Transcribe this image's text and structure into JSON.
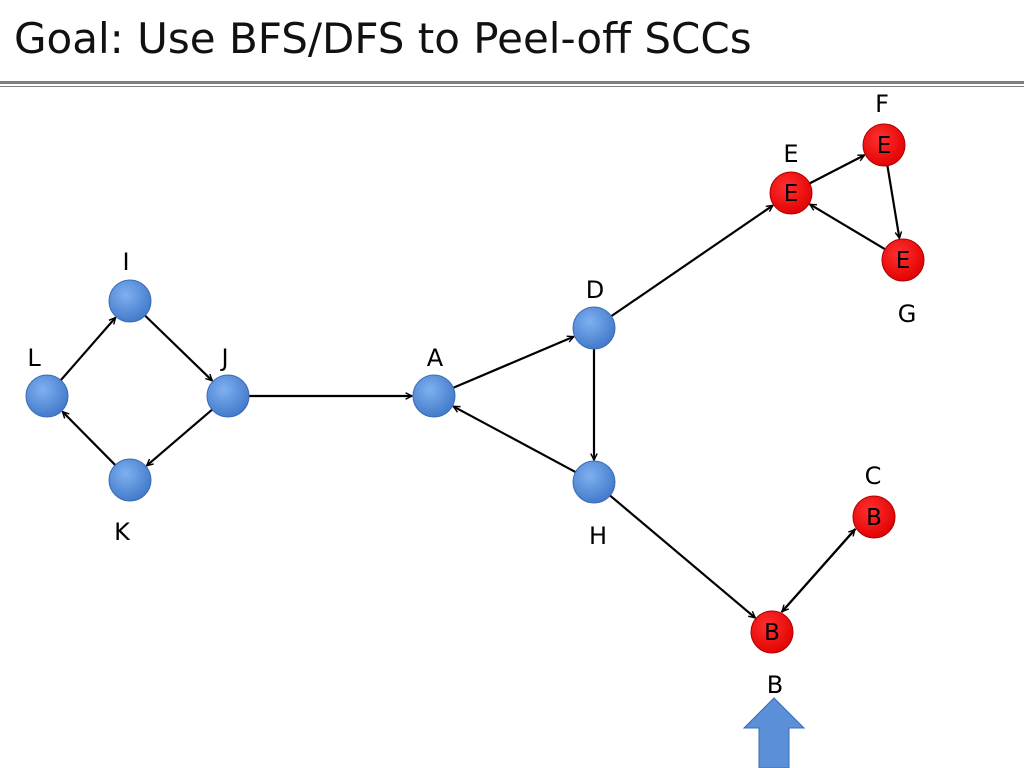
{
  "title": "Goal: Use BFS/DFS to Peel-off SCCs",
  "colors": {
    "unvisited_node": "#4f86d6",
    "scc_node": "#ee1111",
    "edge": "#000000",
    "pointer_arrow": "#5b8fd8"
  },
  "nodes": [
    {
      "id": "L",
      "label": "L",
      "inner": "",
      "state": "unvisited"
    },
    {
      "id": "I",
      "label": "I",
      "inner": "",
      "state": "unvisited"
    },
    {
      "id": "J",
      "label": "J",
      "inner": "",
      "state": "unvisited"
    },
    {
      "id": "K",
      "label": "K",
      "inner": "",
      "state": "unvisited"
    },
    {
      "id": "A",
      "label": "A",
      "inner": "",
      "state": "unvisited"
    },
    {
      "id": "D",
      "label": "D",
      "inner": "",
      "state": "unvisited"
    },
    {
      "id": "H",
      "label": "H",
      "inner": "",
      "state": "unvisited"
    },
    {
      "id": "E",
      "label": "E",
      "inner": "E",
      "state": "scc"
    },
    {
      "id": "F",
      "label": "F",
      "inner": "E",
      "state": "scc"
    },
    {
      "id": "G",
      "label": "G",
      "inner": "E",
      "state": "scc"
    },
    {
      "id": "C",
      "label": "C",
      "inner": "B",
      "state": "scc"
    },
    {
      "id": "B",
      "label": "B",
      "inner": "B",
      "state": "scc"
    }
  ],
  "edges": [
    {
      "from": "L",
      "to": "I"
    },
    {
      "from": "I",
      "to": "J"
    },
    {
      "from": "J",
      "to": "K"
    },
    {
      "from": "K",
      "to": "L"
    },
    {
      "from": "J",
      "to": "A"
    },
    {
      "from": "A",
      "to": "D"
    },
    {
      "from": "D",
      "to": "H"
    },
    {
      "from": "H",
      "to": "A"
    },
    {
      "from": "D",
      "to": "E"
    },
    {
      "from": "E",
      "to": "F"
    },
    {
      "from": "F",
      "to": "G"
    },
    {
      "from": "G",
      "to": "E"
    },
    {
      "from": "H",
      "to": "B"
    },
    {
      "from": "B",
      "to": "C"
    },
    {
      "from": "C",
      "to": "B"
    }
  ],
  "pointer": {
    "target": "B"
  }
}
